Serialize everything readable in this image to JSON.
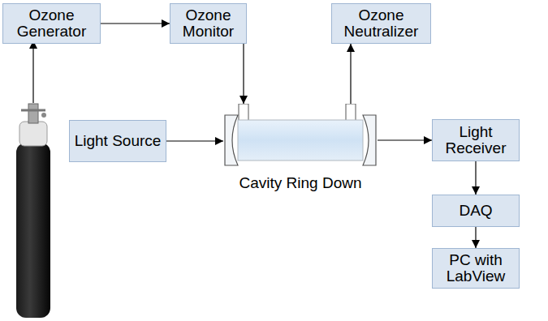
{
  "diagram": {
    "nodes": [
      {
        "text": [
          "Ozone Generator"
        ]
      },
      {
        "text": [
          "Ozone Monitor"
        ]
      },
      {
        "text": [
          "Ozone Neutralizer"
        ]
      },
      {
        "text": [
          "Light Source"
        ]
      },
      {
        "text": [
          "Cavity Ring Down"
        ]
      },
      {
        "text": [
          "Light Receiver"
        ]
      },
      {
        "text": [
          "DAQ"
        ]
      },
      {
        "text": [
          "PC with LabView"
        ]
      }
    ],
    "edges": [
      {
        "from": 0,
        "to": 1,
        "arrow": "to"
      },
      {
        "from": 1,
        "to": 4,
        "arrow": "to"
      },
      {
        "from": 4,
        "to": 2,
        "arrow": "to"
      },
      {
        "from": 3,
        "to": 4,
        "arrow": "to"
      },
      {
        "from": 4,
        "to": 5,
        "arrow": "to"
      },
      {
        "from": 5,
        "to": 6,
        "arrow": "to"
      },
      {
        "from": 6,
        "to": 7,
        "arrow": "to"
      }
    ]
  }
}
